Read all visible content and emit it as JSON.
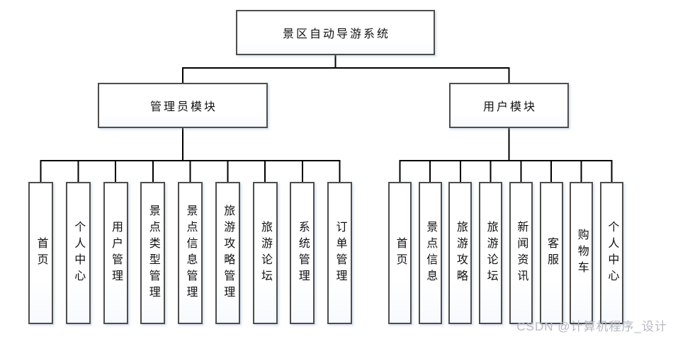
{
  "diagram": {
    "root_label": "景区自动导游系统",
    "modules": [
      {
        "label": "管理员模块",
        "children": [
          "首页",
          "个人中心",
          "用户管理",
          "景点类型管理",
          "景点信息管理",
          "旅游攻略管理",
          "旅游论坛",
          "系统管理",
          "订单管理"
        ]
      },
      {
        "label": "用户模块",
        "children": [
          "首页",
          "景点信息",
          "旅游攻略",
          "旅游论坛",
          "新闻资讯",
          "客服",
          "购物车",
          "个人中心"
        ]
      }
    ]
  },
  "watermark": {
    "text": "CSDN @计算机程序_设计"
  },
  "colors": {
    "background": "#ffffff",
    "box_border": "#4d4d4d",
    "connector": "#000000",
    "text": "#111111",
    "watermark": "#b6bac0"
  }
}
